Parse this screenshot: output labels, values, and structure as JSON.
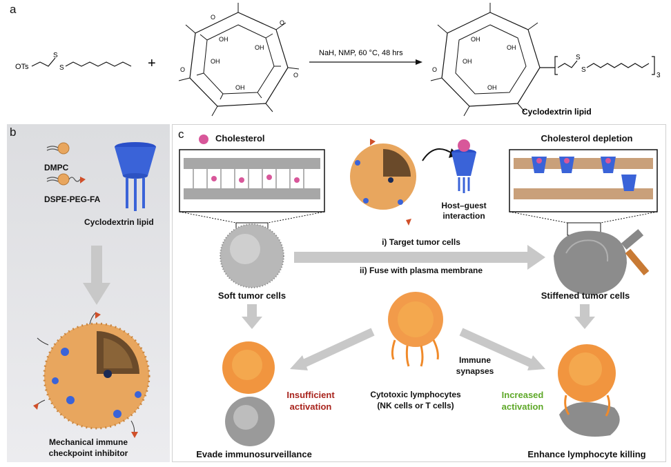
{
  "panel_a": {
    "letter": "a",
    "reactant_tosylate": "OTs",
    "thioether_S1": "S",
    "thioether_S2": "S",
    "plus": "+",
    "condition": "NaH, NMP, 60 °C, 48 hrs",
    "product_subscript": "3",
    "product_label": "Cyclodextrin lipid",
    "hydroxyl": "OH",
    "methoxy": "O"
  },
  "panel_b": {
    "letter": "b",
    "dmpc": "DMPC",
    "dspe": "DSPE-PEG-FA",
    "cd_lipid": "Cyclodextrin lipid",
    "inhibitor_line1": "Mechanical immune",
    "inhibitor_line2": "checkpoint inhibitor"
  },
  "panel_c": {
    "letter": "c",
    "cholesterol": "Cholesterol",
    "cholesterol_depletion": "Cholesterol depletion",
    "host_guest_1": "Host–guest",
    "host_guest_2": "interaction",
    "target": "i) Target tumor cells",
    "fuse": "ii) Fuse with plasma membrane",
    "soft": "Soft tumor cells",
    "stiffened": "Stiffened tumor cells",
    "immune_syn_1": "Immune",
    "immune_syn_2": "synapses",
    "insuff_1": "Insufficient",
    "insuff_2": "activation",
    "increased_1": "Increased",
    "increased_2": "activation",
    "cyto_1": "Cytotoxic lymphocytes",
    "cyto_2": "(NK cells or T cells)",
    "evade": "Evade immunosurveillance",
    "enhance": "Enhance lymphocyte killing"
  },
  "colors": {
    "cyclodextrin_blue": "#3a63d8",
    "lipid_orange": "#e8a65e",
    "cholesterol_pink": "#d8579a",
    "membrane_gray": "#9a9a9a",
    "arrow_gray": "#c8c8c8",
    "insufficient_red": "#a8231c",
    "increased_green": "#5ea828",
    "lymphocyte_orange": "#f08a2a"
  }
}
